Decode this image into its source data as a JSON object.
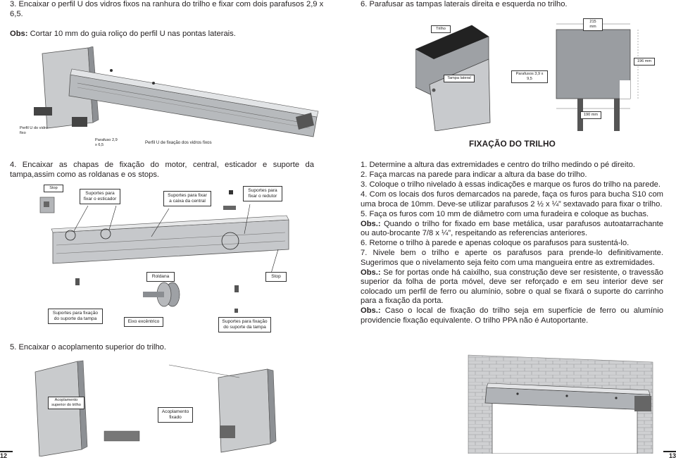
{
  "left": {
    "step3": "3. Encaixar o perfil U dos vidros fixos na ranhura do trilho e fixar com dois parafusos 2,9 x 6,5.",
    "obs_label": "Obs:",
    "obs_text": " Cortar 10 mm do guia roliço do perfil U nas pontas laterais.",
    "fig1_labels": {
      "perfil_u": "Perfil U do vidro fixo",
      "parafuso": "Parafuso 2,9 x 6,5",
      "perfil_u_fixacao": "Perfil U de fixação dos vidros fixos"
    },
    "step4": "4. Encaixar as chapas de fixação do motor, central, esticador e suporte da tampa,assim como as roldanas e os stops.",
    "fig2_labels": {
      "stop_left": "Stop",
      "suportes_esticador": "Suportes para fixar o esticador",
      "suportes_caixa": "Suportes para fixar a caixa da central",
      "suportes_redutor": "Suportes para fixar o redutor",
      "roldana": "Roldana",
      "stop_right": "Stop",
      "suportes_tampa_left": "Suportes para fixação do suporte da tampa",
      "eixo": "Eixo excêntrico",
      "suportes_tampa_right": "Suportes para fixação do suporte da tampa"
    },
    "step5": "5. Encaixar o acoplamento superior do trilho.",
    "fig3_labels": {
      "acoplamento_superior": "Acoplamento superior do trilho",
      "acoplamento_fixado": "Acoplamento fixado"
    },
    "page_number": "12"
  },
  "right": {
    "step6": "6. Parafusar as tampas laterais direita e esquerda no trilho.",
    "fig4_labels": {
      "trilho": "Trilho",
      "dim_215": "215 mm",
      "dim_196": "196 mm",
      "tampa_lateral": "Tampa lateral",
      "parafusos": "Parafusos 3,9 x 9,5",
      "dim_190": "190 mm"
    },
    "heading": "FIXAÇÃO DO TRILHO",
    "items": [
      {
        "bold": "",
        "text": "1. Determine a altura das extremidades e centro do trilho medindo o pé direito."
      },
      {
        "bold": "",
        "text": "2. Faça marcas na parede para indicar a altura da base do trilho."
      },
      {
        "bold": "",
        "text": "3. Coloque o trilho nivelado à essas indicações e marque os furos do trilho na parede."
      },
      {
        "bold": "",
        "text": "4. Com os locais dos furos demarcados na parede, faça os furos para bucha S10 com uma broca de 10mm. Deve-se utilizar parafusos 2 ½ x ¼” sextavado para fixar o trilho."
      },
      {
        "bold": "",
        "text": "5. Faça os furos com 10 mm de diâmetro com uma furadeira e coloque as buchas."
      },
      {
        "bold": "Obs.:",
        "text": " Quando o trilho for fixado em base metálica, usar parafusos autoatarrachante ou auto-brocante 7/8 x ¼”, respeitando as referencias anteriores."
      },
      {
        "bold": "",
        "text": "6. Retorne o trilho à parede e apenas coloque os parafusos para sustentá-lo."
      },
      {
        "bold": "",
        "text": "7. Nivele bem o trilho e aperte os parafusos para prende-lo definitivamente. Sugerimos que o nivelamento seja feito com uma mangueira entre as extremidades."
      },
      {
        "bold": "Obs.:",
        "text": " Se for portas onde há caixilho, sua construção deve ser resistente, o travessão superior da folha de porta móvel, deve ser reforçado e em seu interior deve ser colocado um perfil de ferro ou alumínio, sobre o qual se fixará o suporte do carrinho para a fixação da porta."
      },
      {
        "bold": "Obs.:",
        "text": " Caso o local de fixação do trilho seja em superfície de ferro ou alumínio providencie fixação equivalente. O trilho PPA não é Autoportante."
      }
    ],
    "page_number": "13"
  }
}
